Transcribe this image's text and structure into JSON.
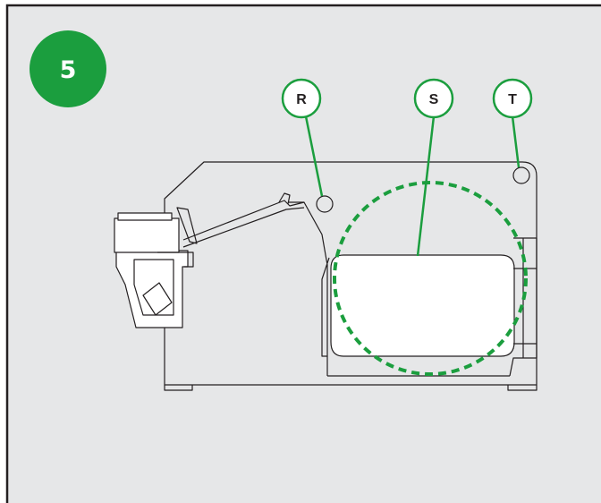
{
  "step_badge": {
    "number": "5",
    "color": "#1b9e3e"
  },
  "callouts": [
    {
      "letter": "R"
    },
    {
      "letter": "S"
    },
    {
      "letter": "T"
    }
  ],
  "colors": {
    "background": "#e6e7e8",
    "frame": "#231f20",
    "accent": "#1b9e3e",
    "device_fill": "#e6e7e8",
    "window_fill": "#ffffff"
  }
}
